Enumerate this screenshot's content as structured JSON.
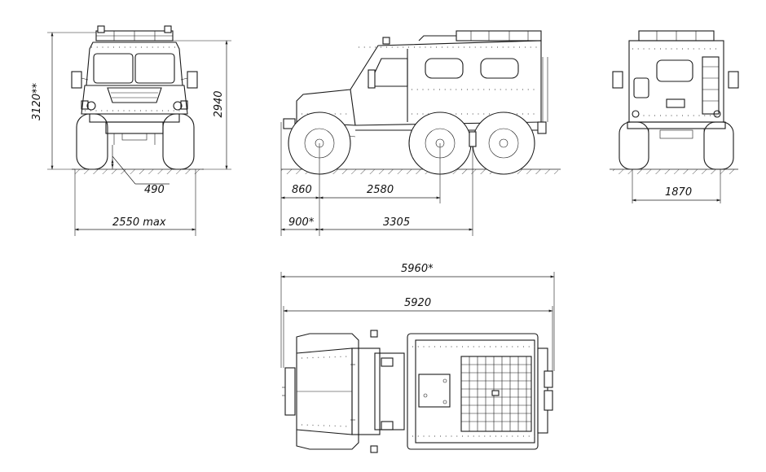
{
  "colors": {
    "line": "#1a1a1a",
    "background": "#ffffff"
  },
  "dimensions": {
    "front_height_total": "3120**",
    "front_height_body": "2940",
    "ground_clearance": "490",
    "width_max": "2550 max",
    "front_overhang": "860",
    "wheelbase_front": "2580",
    "approach_offset": "900*",
    "wheelbase_total": "3305",
    "rear_track": "1870",
    "overall_length_star": "5960*",
    "overall_length": "5920"
  }
}
